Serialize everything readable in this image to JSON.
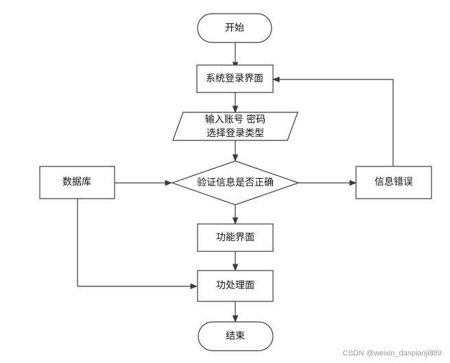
{
  "nodes": {
    "start": "开始",
    "login": "系统登录界面",
    "input_line1": "输入账号 密码",
    "input_line2": "选择登录类型",
    "verify": "验证信息是否正确",
    "database": "数据库",
    "error": "信息错误",
    "function": "功能界面",
    "process": "功处理面",
    "end": "结束"
  },
  "watermark": "CSDN @weixin_danpianji889"
}
